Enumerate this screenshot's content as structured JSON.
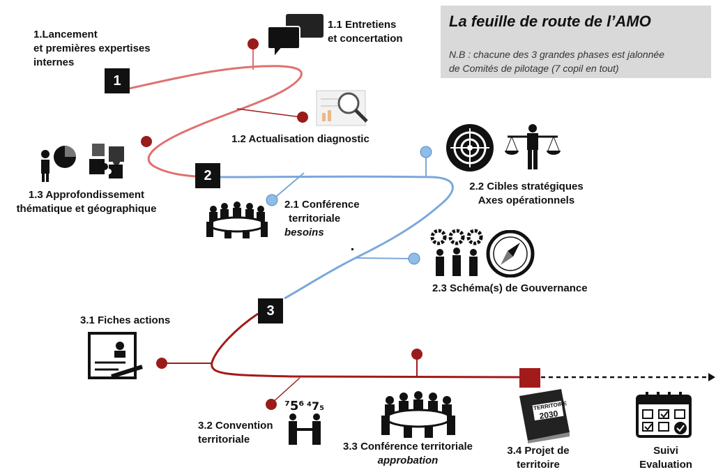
{
  "note": {
    "title": "La feuille de route de l’AMO",
    "line1": "N.B : chacune des 3 grandes phases est jalonnée",
    "line2": "de Comités de pilotage  (7 copil en tout)"
  },
  "phases": {
    "p1": "1",
    "p2": "2",
    "p3": "3"
  },
  "labels": {
    "l1_line1": "1.Lancement",
    "l1_line2": "et premières expertises",
    "l1_line3": "internes",
    "l11_line1": "1.1 Entretiens",
    "l11_line2": "et concertation",
    "l12": "1.2 Actualisation diagnostic",
    "l13_line1": "1.3 Approfondissement",
    "l13_line2": "thématique et géographique",
    "l21_line1": "2.1 Conférence",
    "l21_line2": "territoriale",
    "l21_line3": "besoins",
    "l22_line1": "2.2 Cibles stratégiques",
    "l22_line2": "Axes opérationnels",
    "l23": "2.3 Schéma(s) de Gouvernance",
    "l31": "3.1 Fiches actions",
    "l32_line1": "3.2 Convention",
    "l32_line2": "territoriale",
    "l33_line1": "3.3 Conférence territoriale",
    "l33_line2": "approbation",
    "l34_line1": "3.4 Projet de",
    "l34_line2": "territoire",
    "l35_line1": "Suivi",
    "l35_line2": "Evaluation",
    "book_title": "TERRITOIRE",
    "book_year": "2030"
  },
  "colors": {
    "phase1": "#e07070",
    "phase2": "#7ba7dc",
    "phase3": "#a31a1a",
    "milestone1": "#9b1b1b",
    "milestone2": "#8fbde8"
  }
}
